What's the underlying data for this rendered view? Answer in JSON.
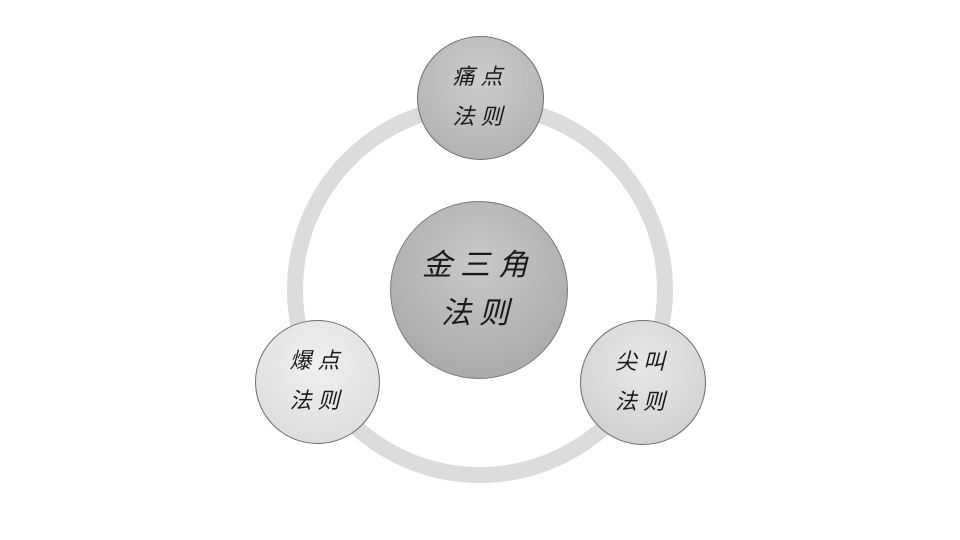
{
  "diagram": {
    "center": {
      "label": "金三角\n法则"
    },
    "nodes": [
      {
        "label": "痛点\n法则"
      },
      {
        "label": "爆点\n法则"
      },
      {
        "label": "尖叫\n法则"
      }
    ]
  },
  "colors": {
    "ring": "#dcdcdc",
    "center_fill": "#b3b3b3",
    "top_fill": "#b9b9b9",
    "left_fill": "#e3e3e3",
    "right_fill": "#d7d7d7",
    "outline": "#6f6f6f"
  }
}
